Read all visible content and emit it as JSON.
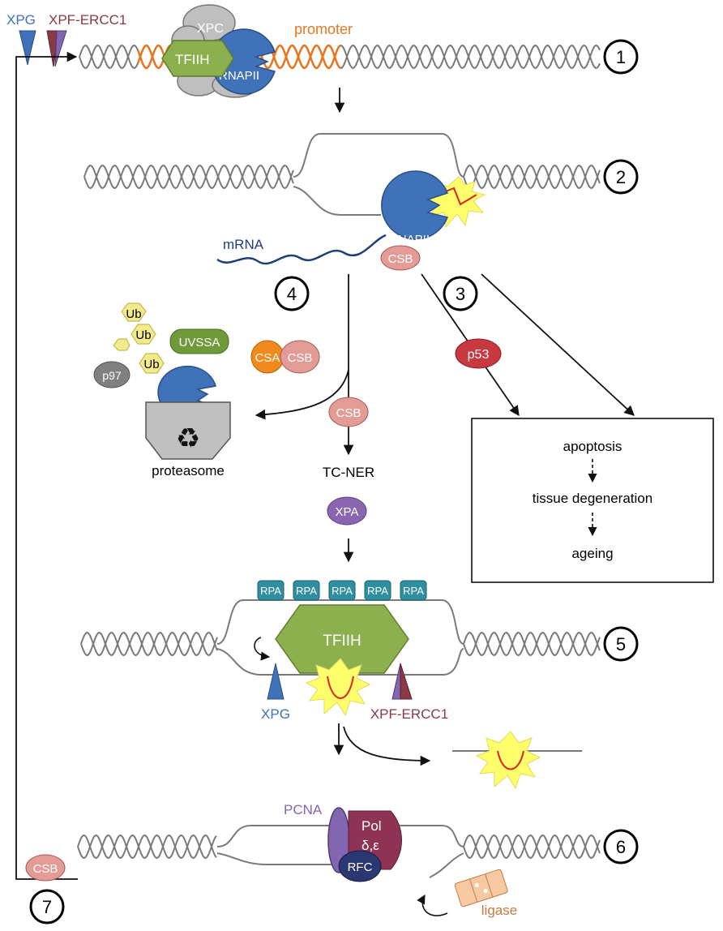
{
  "labels": {
    "xpg_top": "XPG",
    "xpf_top": "XPF-ERCC1",
    "xpc": "XPC",
    "tfiih_1": "TFIIH",
    "rnapii_1": "RNAPII",
    "promoter": "promoter",
    "mrna": "mRNA",
    "rnapii_2": "RNAPII",
    "csb_2": "CSB",
    "ub_1": "Ub",
    "ub_2": "Ub",
    "ub_3": "Ub",
    "uvssa": "UVSSA",
    "p97": "p97",
    "csa": "CSA",
    "csb_complex": "CSB",
    "proteasome": "proteasome",
    "csb_path": "CSB",
    "tcner": "TC-NER",
    "xpa": "XPA",
    "p53": "p53",
    "apoptosis": "apoptosis",
    "tissue": "tissue degeneration",
    "ageing": "ageing",
    "rpa": [
      "RPA",
      "RPA",
      "RPA",
      "RPA",
      "RPA"
    ],
    "tfiih_5": "TFIIH",
    "xpg_5": "XPG",
    "xpf_5": "XPF-ERCC1",
    "pcna": "PCNA",
    "pol": "Pol",
    "pol_sub": "δ,ε",
    "rfc": "RFC",
    "ligase": "ligase",
    "csb_7": "CSB"
  },
  "steps": [
    "1",
    "2",
    "3",
    "4",
    "5",
    "6",
    "7"
  ],
  "colors": {
    "dna": "#7a7a7a",
    "promoter": "#e8761e",
    "rnapii": "#3f72b8",
    "tfiih": "#8db04f",
    "xpc": "#bfbfbf",
    "csb": "#e39b96",
    "csa": "#f08a1c",
    "p53": "#c8393f",
    "xpa": "#8a66b0",
    "rpa": "#2f8fa0",
    "ub": "#f3ea8c",
    "uvssa": "#6f9a3a",
    "p97": "#808080",
    "pcna": "#8266b0",
    "pol": "#8f3355",
    "rfc": "#2b3770",
    "ligase": "#f7c9a2",
    "lesion": "#ffff6b",
    "xpg": "#3f72b8",
    "xpf": "#8a3a46"
  }
}
